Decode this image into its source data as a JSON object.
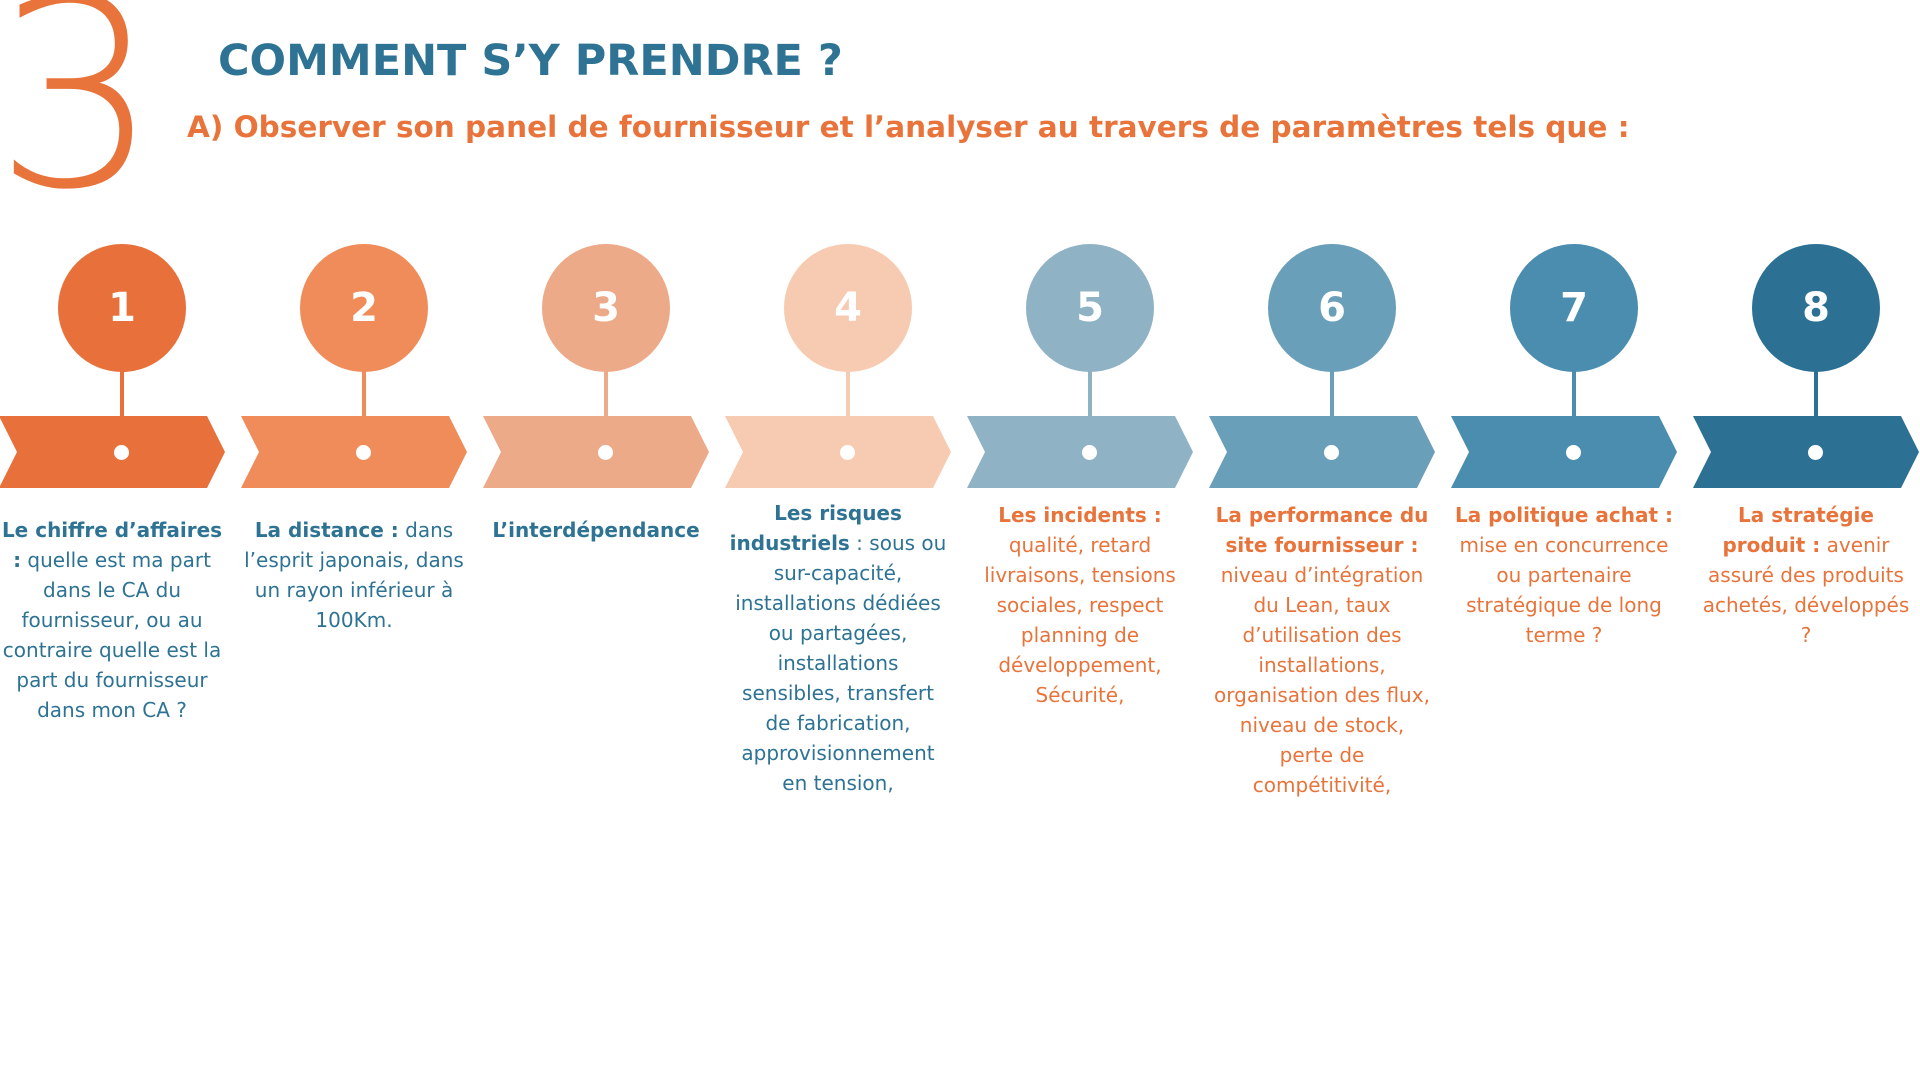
{
  "header": {
    "section_number": "3",
    "title": "COMMENT S’Y PRENDRE ?",
    "subtitle": "A) Observer son panel de fournisseur et l’analyser au travers de paramètres tels que :"
  },
  "colors": {
    "title": "#2E7393",
    "accent": "#E8743B",
    "white": "#FFFFFF"
  },
  "steps": [
    {
      "number": "1",
      "color": "#E8703A",
      "text_color": "#2E7393",
      "title": "Le chiffre d’affaires :",
      "body": " quelle est ma part dans le CA du fournisseur, ou au contraire quelle est la part du fournisseur dans mon CA ?"
    },
    {
      "number": "2",
      "color": "#F08C5A",
      "text_color": "#2E7393",
      "title": "La distance :",
      "body": " dans l’esprit japonais, dans un rayon inférieur à 100Km."
    },
    {
      "number": "3",
      "color": "#EDAA88",
      "text_color": "#2E7393",
      "title": "L’interdépendance",
      "body": ""
    },
    {
      "number": "4",
      "color": "#F7CBB2",
      "text_color": "#2E7393",
      "title": "Les risques industriels",
      "body": " : sous ou sur-capacité, installations dédiées ou partagées, installations sensibles, transfert de fabrication, approvisionnement en tension,"
    },
    {
      "number": "5",
      "color": "#8FB3C5",
      "text_color": "#E8743B",
      "title": "Les incidents :",
      "body": " qualité, retard livraisons, tensions sociales, respect planning de développement, Sécurité,"
    },
    {
      "number": "6",
      "color": "#6A9FBA",
      "text_color": "#E8743B",
      "title": "La performance du site fournisseur :",
      "body": " niveau d’intégration du Lean, taux d’utilisation des installations, organisation des flux, niveau de stock, perte de compétitivité,"
    },
    {
      "number": "7",
      "color": "#4A8DAF",
      "text_color": "#E8743B",
      "title": "La politique achat :",
      "body": " mise en concurrence ou partenaire stratégique de long terme ?"
    },
    {
      "number": "8",
      "color": "#2C7194",
      "text_color": "#E8743B",
      "title": "La stratégie produit :",
      "body": " avenir assuré des produits achetés, développés ?"
    }
  ]
}
